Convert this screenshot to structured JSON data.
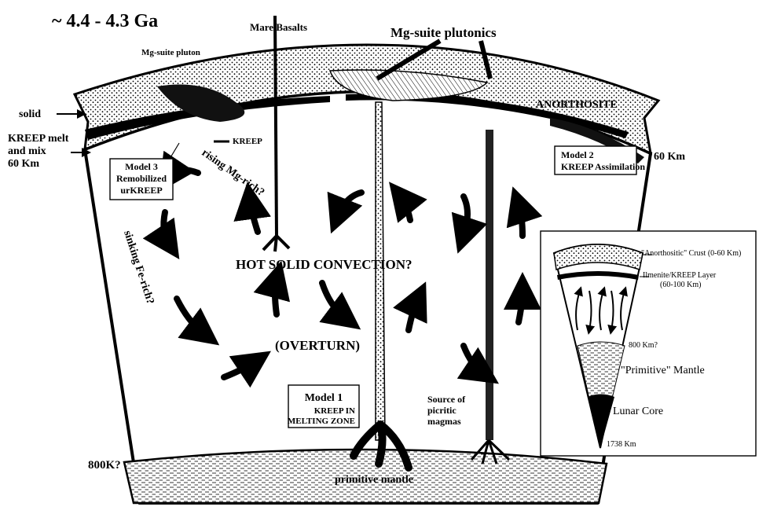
{
  "title": "~ 4.4 - 4.3 Ga",
  "labels": {
    "mare_basalts": "Mare Basalts",
    "mg_suite_plutonics": "Mg-suite plutonics",
    "mg_suite_pluton": "Mg-suite pluton",
    "anorthosite": "ANORTHOSITE",
    "solid": "solid",
    "kreep_melt_1": "KREEP melt",
    "kreep_melt_2": "and mix",
    "kreep_melt_3": "60 Km",
    "kreep": "KREEP",
    "right_60km": "60 Km",
    "rising": "rising Mg-rich?",
    "sinking_1": "sinking Fe-rich?",
    "hot_solid": "HOT SOLID CONVECTION?",
    "overturn": "(OVERTURN)",
    "source_1": "Source of",
    "source_2": "picritic",
    "source_3": "magmas",
    "k800": "800K?",
    "primitive_mantle": "primitive mantle"
  },
  "models": {
    "model1": {
      "l1": "Model 1",
      "l2": "KREEP IN",
      "l3": "MELTING ZONE"
    },
    "model2": {
      "l1": "Model 2",
      "l2": "KREEP Assimilation"
    },
    "model3": {
      "l1": "Model 3",
      "l2": "Remobilized",
      "l3": "urKREEP"
    }
  },
  "inset": {
    "crust": "\"Anorthositic\" Crust (0-60 Km)",
    "layer_1": "Ilmenite/KREEP Layer",
    "layer_2": "(60-100 Km)",
    "k800": "800 Km?",
    "mantle": "\"Primitive\" Mantle",
    "core": "Lunar Core",
    "depth": "1738 Km"
  }
}
